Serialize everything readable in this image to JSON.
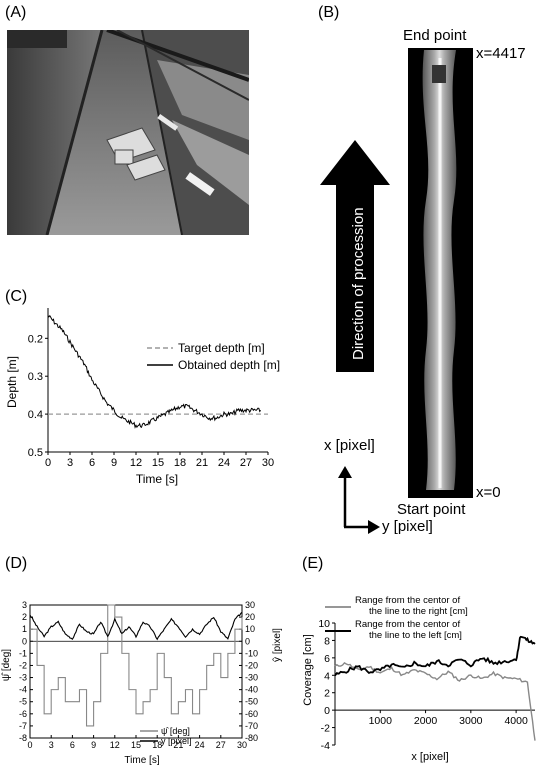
{
  "panels": {
    "a": "(A)",
    "b": "(B)",
    "c": "(C)",
    "d": "(D)",
    "e": "(E)"
  },
  "mosaic": {
    "end_label": "End point",
    "start_label": "Start point",
    "x_end_label": "x=4417",
    "x_start_label": "x=0",
    "arrow_text": "Direction of procession",
    "x_axis_label": "x [pixel]",
    "y_axis_label": "y [pixel]"
  },
  "chart_data": [
    {
      "id": "C",
      "type": "line",
      "xlabel": "Time [s]",
      "ylabel": "Depth [m]",
      "xlim": [
        0,
        30
      ],
      "ylim": [
        0.5,
        0.12
      ],
      "xticks": [
        "0",
        "3",
        "6",
        "9",
        "12",
        "15",
        "18",
        "21",
        "24",
        "27",
        "30"
      ],
      "yticks": [
        "0.2",
        "0.3",
        "0.4",
        "0.5"
      ],
      "legend": [
        "Target depth [m]",
        "Obtained depth [m]"
      ],
      "series": [
        {
          "name": "Target depth [m]",
          "style": "dashed",
          "color": "#999999",
          "x": [
            0,
            30
          ],
          "y": [
            0.4,
            0.4
          ]
        },
        {
          "name": "Obtained depth [m]",
          "style": "solid",
          "color": "#000000",
          "x": [
            0,
            1,
            2,
            3,
            4,
            5,
            6,
            7,
            8,
            9,
            10,
            11,
            12,
            13,
            14,
            15,
            16,
            17,
            18,
            19,
            20,
            21,
            22,
            23,
            24,
            25,
            26,
            27,
            28,
            29
          ],
          "y": [
            0.14,
            0.16,
            0.18,
            0.21,
            0.24,
            0.27,
            0.31,
            0.34,
            0.37,
            0.39,
            0.41,
            0.42,
            0.43,
            0.43,
            0.42,
            0.41,
            0.4,
            0.39,
            0.38,
            0.38,
            0.39,
            0.4,
            0.41,
            0.41,
            0.4,
            0.4,
            0.39,
            0.39,
            0.39,
            0.39
          ]
        }
      ]
    },
    {
      "id": "D",
      "type": "line",
      "xlabel": "Time [s]",
      "ylabel_left": "ψ̂ [deg]",
      "ylabel_right": "ŷ [pixel]",
      "xlim": [
        0,
        30
      ],
      "ylim_left": [
        -8,
        3
      ],
      "ylim_right": [
        -80,
        30
      ],
      "xticks": [
        "0",
        "3",
        "6",
        "9",
        "12",
        "15",
        "18",
        "21",
        "24",
        "27",
        "30"
      ],
      "yticks_left": [
        "3",
        "2",
        "1",
        "0",
        "-1",
        "-2",
        "-3",
        "-4",
        "-5",
        "-6",
        "-7",
        "-8"
      ],
      "yticks_right": [
        "30",
        "20",
        "10",
        "0",
        "-10",
        "-20",
        "-30",
        "-40",
        "-50",
        "-60",
        "-70",
        "-80"
      ],
      "legend": [
        "ψ̂ [deg]",
        "ŷ [pixel]"
      ],
      "series": [
        {
          "name": "ψ̂ [deg]",
          "color": "#888888",
          "axis": "left",
          "x": [
            0,
            1,
            2,
            3,
            4,
            5,
            6,
            7,
            8,
            9,
            10,
            11,
            12,
            13,
            14,
            15,
            16,
            17,
            18,
            19,
            20,
            21,
            22,
            23,
            24,
            25,
            26,
            27,
            28,
            29,
            30
          ],
          "y": [
            1,
            -2,
            -6,
            -4,
            -3,
            -5,
            -5,
            -4,
            -7,
            -5,
            -1,
            3,
            2,
            -1,
            -4,
            -6,
            -5,
            -4,
            -1,
            -3,
            -6,
            -5,
            -4,
            -6,
            -4,
            -2,
            -1,
            -3,
            -1,
            1,
            2
          ]
        },
        {
          "name": "ŷ [pixel]",
          "color": "#000000",
          "axis": "right",
          "x": [
            0,
            1,
            2,
            3,
            4,
            5,
            6,
            7,
            8,
            9,
            10,
            11,
            12,
            13,
            14,
            15,
            16,
            17,
            18,
            19,
            20,
            21,
            22,
            23,
            24,
            25,
            26,
            27,
            28,
            29,
            30
          ],
          "y": [
            22,
            12,
            4,
            12,
            16,
            6,
            2,
            14,
            8,
            6,
            16,
            4,
            18,
            6,
            12,
            4,
            16,
            12,
            2,
            10,
            18,
            12,
            4,
            10,
            6,
            14,
            20,
            8,
            2,
            18,
            24
          ]
        }
      ]
    },
    {
      "id": "E",
      "type": "line",
      "xlabel": "x [pixel]",
      "ylabel": "Coverage [cm]",
      "xlim": [
        0,
        4417
      ],
      "ylim": [
        -4,
        10
      ],
      "xticks": [
        "1000",
        "2000",
        "3000",
        "4000"
      ],
      "yticks": [
        "10",
        "8",
        "6",
        "4",
        "2",
        "0",
        "-2",
        "-4"
      ],
      "legend": [
        "Range from the centor of the line to the right [cm]",
        "Range from the centor of the line to the left [cm]"
      ],
      "series": [
        {
          "name": "Range from the centor of the line to the right [cm]",
          "color": "#888888",
          "x": [
            0,
            250,
            500,
            750,
            1000,
            1250,
            1500,
            1750,
            2000,
            2250,
            2500,
            2750,
            3000,
            3250,
            3500,
            3750,
            4000,
            4250,
            4417
          ],
          "y": [
            5,
            5.4,
            4.6,
            5,
            4.3,
            4.8,
            4,
            4.6,
            4.2,
            3.6,
            4.4,
            3.4,
            4,
            3.6,
            4.2,
            3.7,
            3.6,
            3.2,
            -3.5
          ]
        },
        {
          "name": "Range from the centor of the line to the left [cm]",
          "color": "#000000",
          "x": [
            0,
            250,
            500,
            750,
            1000,
            1250,
            1500,
            1750,
            2000,
            2250,
            2500,
            2750,
            3000,
            3250,
            3500,
            3750,
            4000,
            4100,
            4250,
            4417
          ],
          "y": [
            4,
            4.5,
            5,
            4.4,
            4.6,
            5.2,
            4.8,
            5.4,
            5,
            5.6,
            5.2,
            5.8,
            5.2,
            6,
            5.4,
            5.6,
            5.8,
            8.6,
            8,
            7.6
          ]
        }
      ]
    }
  ]
}
